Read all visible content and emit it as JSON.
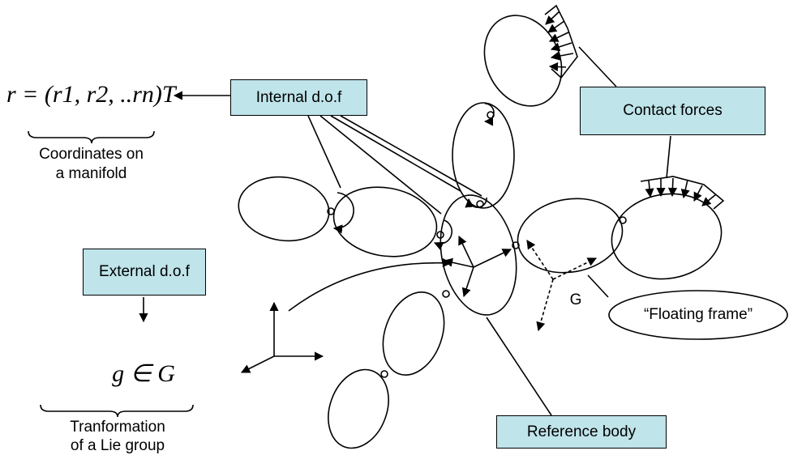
{
  "labels": {
    "internal_dof": "Internal d.o.f",
    "contact_forces": "Contact forces",
    "external_dof": "External d.o.f",
    "reference_body": "Reference body",
    "floating_frame": "“Floating frame”",
    "g_label": "G",
    "coords_line1": "Coordinates on",
    "coords_line2": "a manifold",
    "transform_line1": "Tranformation",
    "transform_line2": "of a Lie group"
  },
  "math": {
    "r_expression": "r = (r1, r2, ..rn)T",
    "g_expression": "g ∈ G"
  }
}
